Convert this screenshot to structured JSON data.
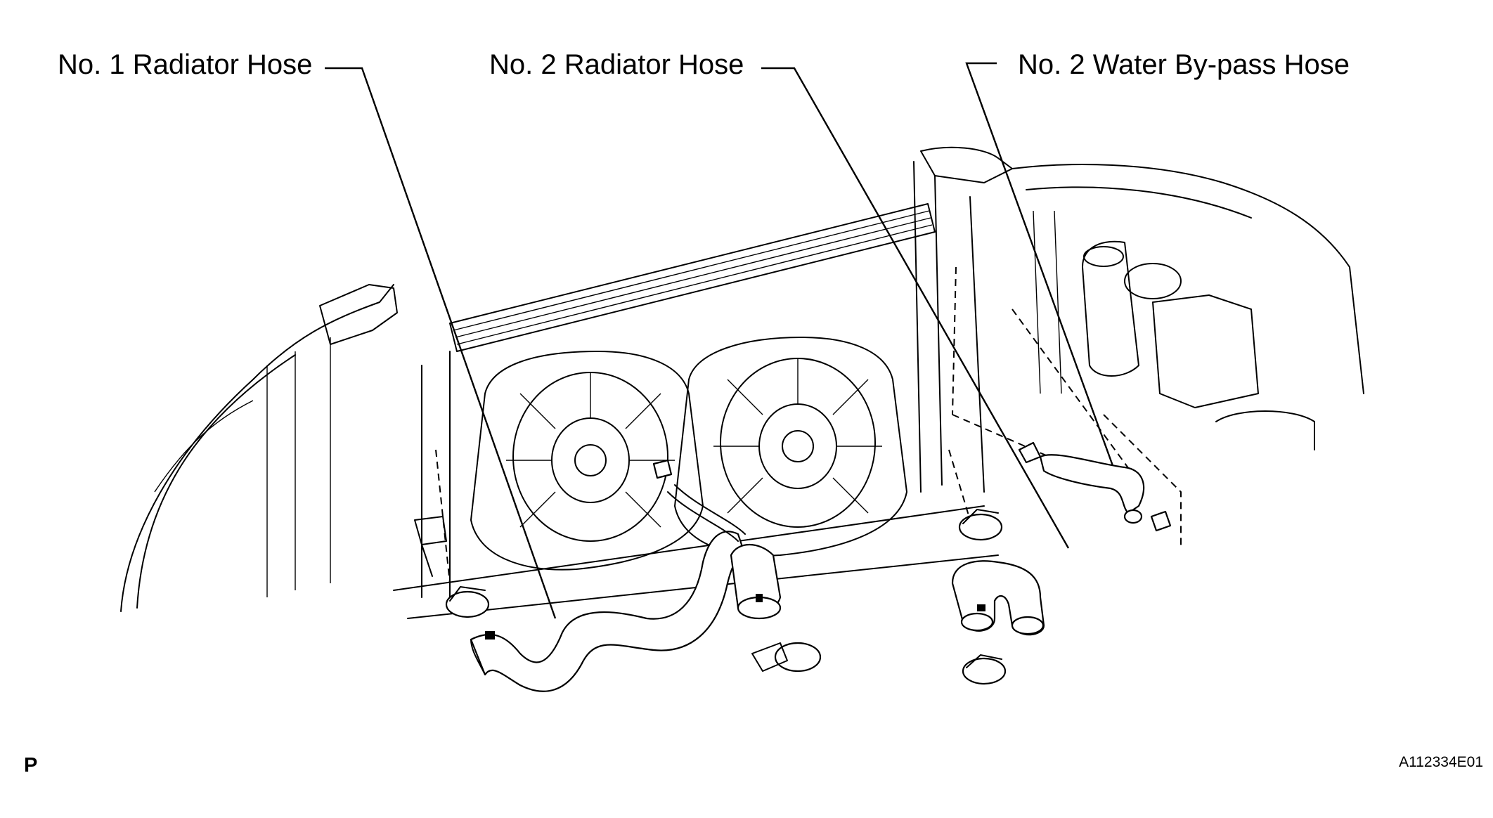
{
  "labels": {
    "radiator_hose_1": "No. 1 Radiator Hose",
    "radiator_hose_2": "No. 2 Radiator Hose",
    "water_bypass_hose_2": "No. 2 Water By-pass Hose"
  },
  "corner_mark": "P",
  "figure_id": "A112334E01"
}
